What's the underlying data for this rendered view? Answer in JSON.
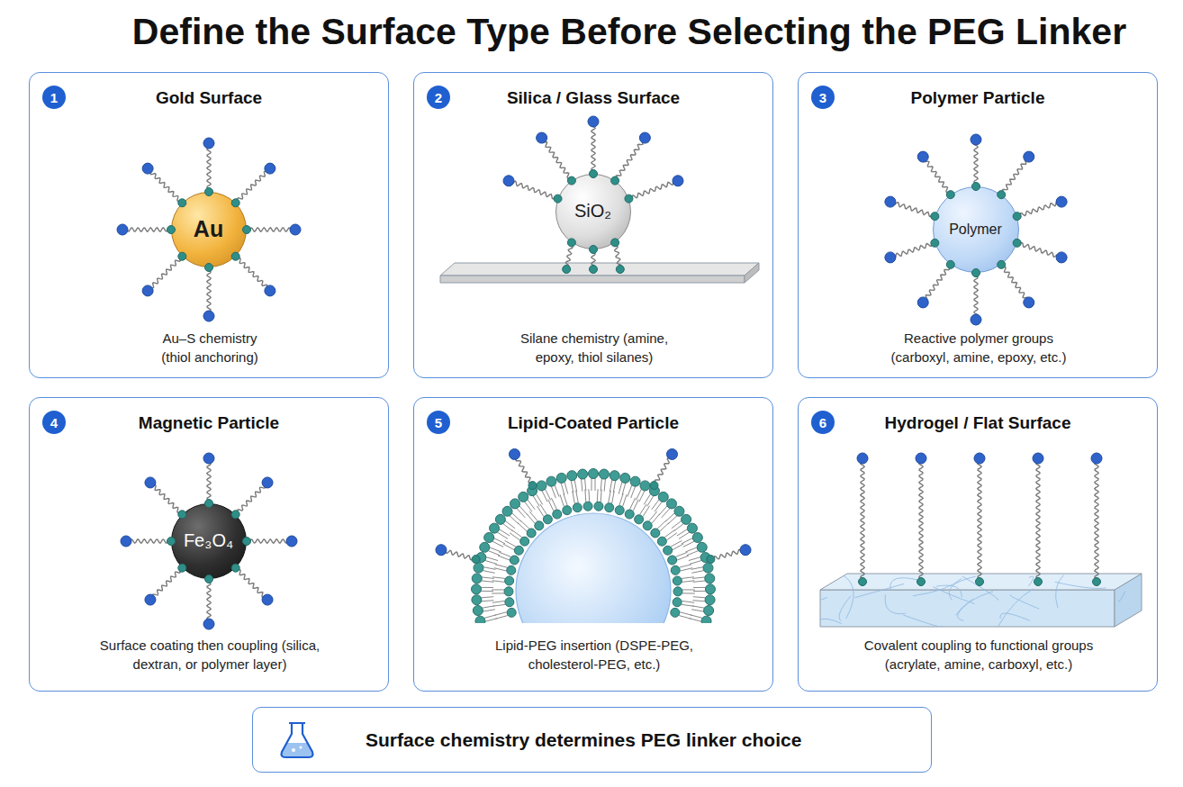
{
  "diagram": {
    "title": "Define the Surface Type Before Selecting the PEG Linker",
    "nodes": [
      {
        "text": [
          "Gold Surface",
          "Au–S chemistry (thiol anchoring)"
        ]
      },
      {
        "text": [
          "1"
        ],
        "in": 0
      },
      {
        "text": [
          "Au"
        ],
        "in": 0
      },
      {
        "text": [
          "Silica / Glass Surface",
          "Silane chemistry (amine, epoxy, thiol silanes)"
        ]
      },
      {
        "text": [
          "2"
        ],
        "in": 3
      },
      {
        "text": [
          "SiO₂"
        ],
        "in": 3
      },
      {
        "text": [
          "Polymer Particle",
          "Reactive polymer groups (carboxyl, amine, epoxy, etc.)"
        ]
      },
      {
        "text": [
          "3"
        ],
        "in": 6
      },
      {
        "text": [
          "Polymer"
        ],
        "in": 6
      },
      {
        "text": [
          "Magnetic Particle",
          "Surface coating then coupling (silica, dextran, or polymer layer)"
        ]
      },
      {
        "text": [
          "4"
        ],
        "in": 9
      },
      {
        "text": [
          "Fe₃O₄"
        ],
        "in": 9
      },
      {
        "text": [
          "Lipid-Coated Particle",
          "Lipid-PEG insertion (DSPE-PEG, cholesterol-PEG, etc.)"
        ]
      },
      {
        "text": [
          "5"
        ],
        "in": 12
      },
      {
        "text": [
          "Hydrogel / Flat Surface",
          "Covalent coupling to functional groups (acrylate, amine, carboxyl, etc.)"
        ]
      },
      {
        "text": [
          "6"
        ],
        "in": 14
      },
      {
        "text": [
          "Surface chemistry determines PEG linker choice"
        ]
      }
    ]
  }
}
